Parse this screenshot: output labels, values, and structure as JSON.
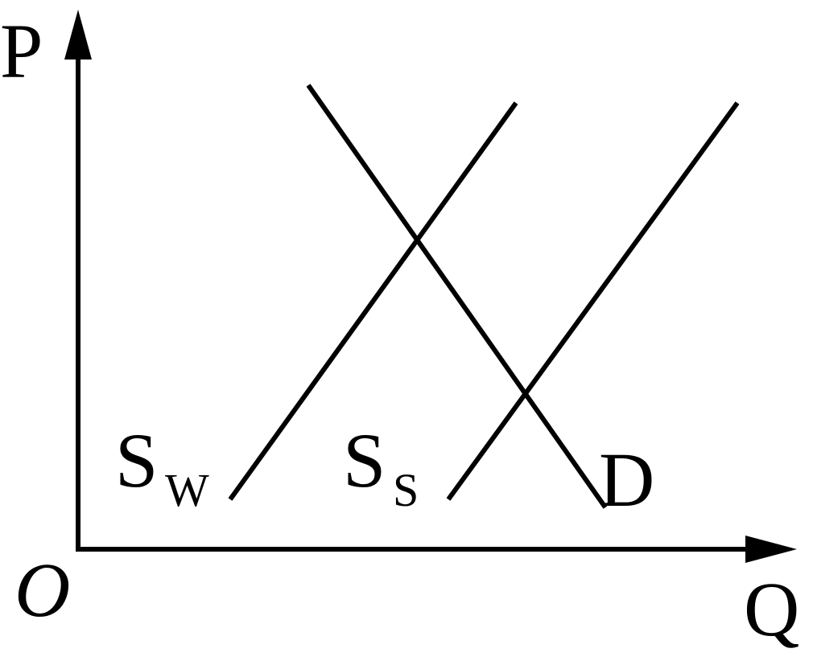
{
  "axes": {
    "y_label": "P",
    "x_label": "Q",
    "origin_label": "O"
  },
  "curves": {
    "supply_winter": {
      "main": "S",
      "sub": "W"
    },
    "supply_summer": {
      "main": "S",
      "sub": "S"
    },
    "demand": {
      "label": "D"
    }
  },
  "colors": {
    "ink": "#000000",
    "background": "#ffffff"
  }
}
